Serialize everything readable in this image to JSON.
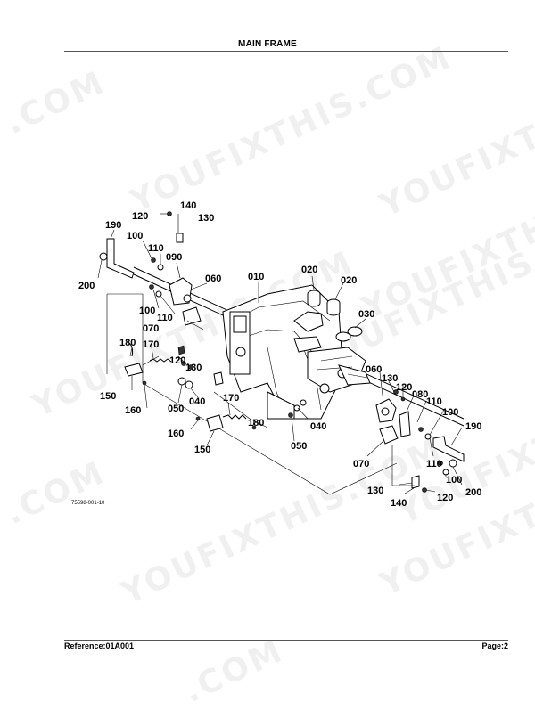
{
  "header": {
    "title": "MAIN FRAME"
  },
  "footer": {
    "reference": "Reference:01A001",
    "page": "Page:2"
  },
  "diagram": {
    "drawing_code": "75598-001-10",
    "callouts": {
      "c140a": "140",
      "c120a": "120",
      "c130a": "130",
      "c190a": "190",
      "c100a": "100",
      "c110a": "110",
      "c090": "090",
      "c200a": "200",
      "c060a": "060",
      "c010": "010",
      "c020a": "020",
      "c020b": "020",
      "c030": "030",
      "c100b": "100",
      "c110b": "110",
      "c070a": "070",
      "c180a": "180",
      "c170a": "170",
      "c120b": "120",
      "c130b": "130",
      "c150a": "150",
      "c160a": "160",
      "c050a": "050",
      "c040a": "040",
      "c170b": "170",
      "c180b": "180",
      "c160b": "160",
      "c150b": "150",
      "c040b": "040",
      "c050b": "050",
      "c060b": "060",
      "c130c": "130",
      "c120c": "120",
      "c080": "080",
      "c110c": "110",
      "c100c": "100",
      "c190b": "190",
      "c070b": "070",
      "c110d": "110",
      "c100d": "100",
      "c200b": "200",
      "c130d": "130",
      "c140b": "140",
      "c120d": "120"
    }
  },
  "watermark": {
    "text_a": ".COM",
    "text_b": "YOUFIXTHIS.COM",
    "text_c": "YOUFIXTHIS",
    "text_d": "YOUFIXTHIS.COM",
    "text_e": "YOUFIXTHIS",
    "text_f": "YOUFIXTHIS.COM",
    "text_g": ".COM",
    "text_h": "YOUFIXTHIS.COM",
    "text_i": "YOUFIXTHIS",
    "text_j": ".COM",
    "text_k": "YOUFIXTHIS.COM"
  }
}
